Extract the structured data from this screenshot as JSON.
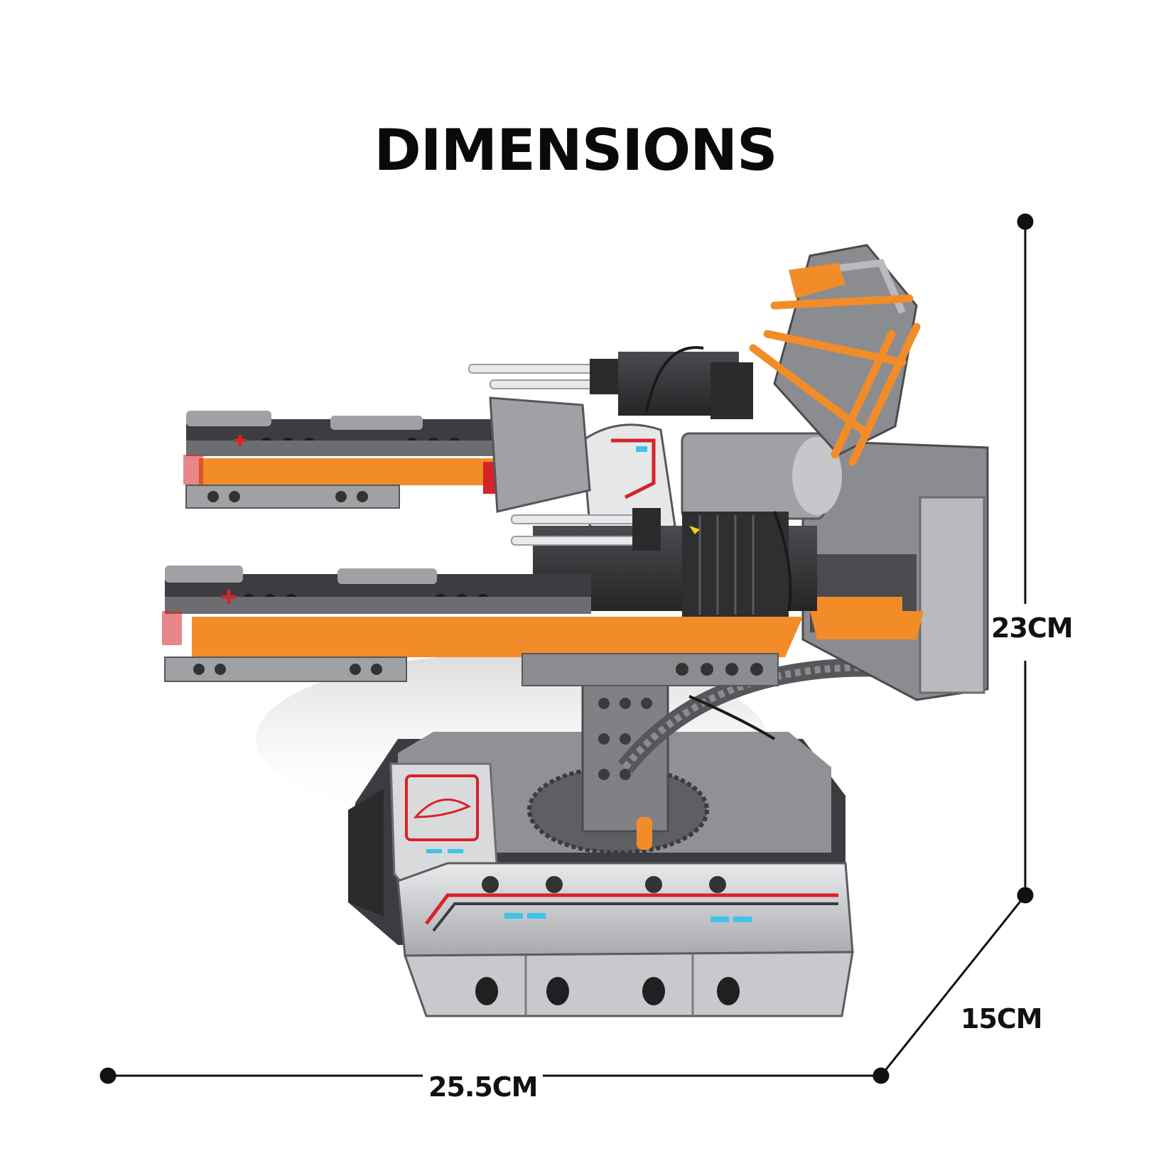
{
  "title": "DIMENSIONS",
  "dimensions": {
    "height": "23CM",
    "depth": "15CM",
    "width": "25.5CM"
  },
  "colors": {
    "orange": "#f28c28",
    "dark_gray": "#3c3c3e",
    "mid_gray": "#8a8c90",
    "light_gray": "#b8babd",
    "accent_red": "#d6232a",
    "accent_cyan": "#3fc3e8"
  }
}
